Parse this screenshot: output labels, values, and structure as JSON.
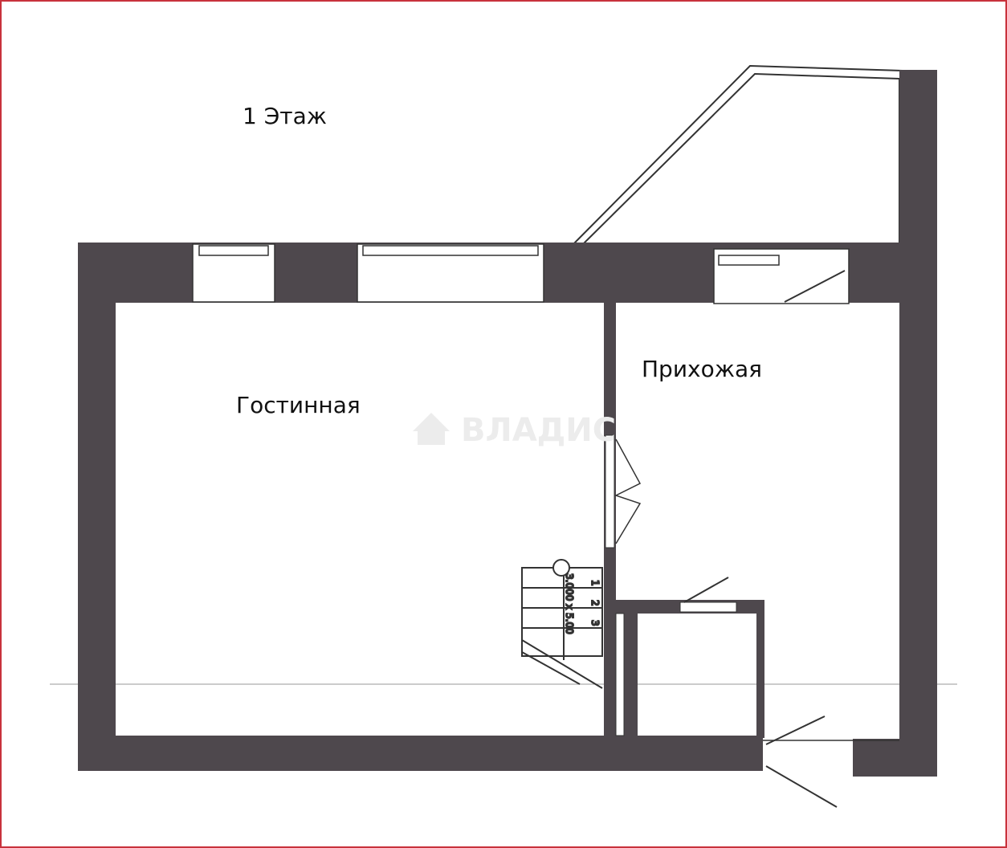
{
  "plan": {
    "floor_label": "1 Этаж",
    "rooms": [
      {
        "name": "Гостинная"
      },
      {
        "name": "Прихожая"
      }
    ],
    "stair_steps": [
      "1",
      "2",
      "3"
    ],
    "stair_note": "3.000 x 5.00",
    "watermark": "ВЛАДИС"
  },
  "colors": {
    "wall": "#4e484d",
    "frame": "#c8323c",
    "line": "#222222"
  }
}
